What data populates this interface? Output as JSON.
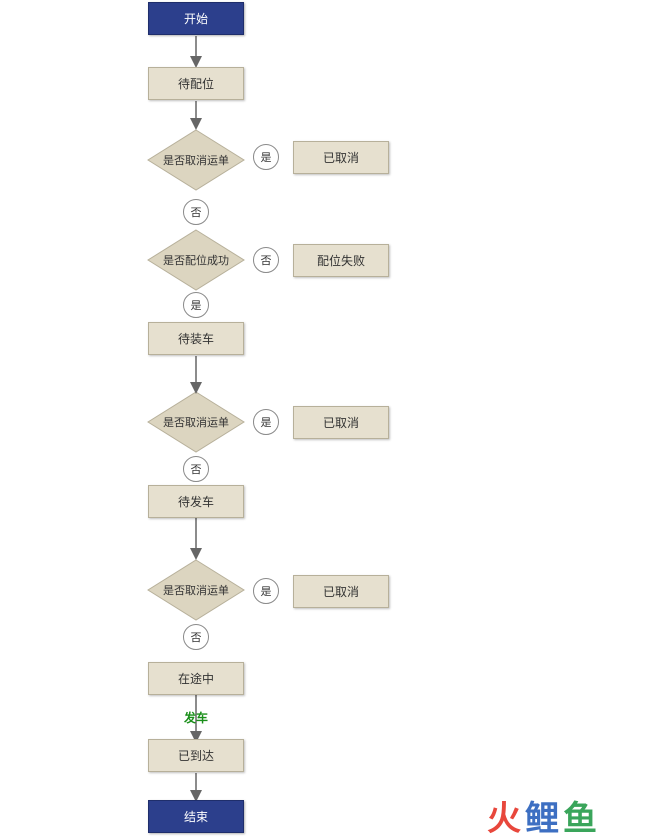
{
  "nodes": {
    "start": "开始",
    "wait_assign": "待配位",
    "q_cancel_1": "是否取消运单",
    "cancelled_1": "已取消",
    "q_assign_ok": "是否配位成功",
    "assign_failed": "配位失败",
    "wait_load": "待装车",
    "q_cancel_2": "是否取消运单",
    "cancelled_2": "已取消",
    "wait_depart": "待发车",
    "q_cancel_3": "是否取消运单",
    "cancelled_3": "已取消",
    "in_transit": "在途中",
    "arrived": "已到达",
    "end": "结束"
  },
  "labels": {
    "yes": "是",
    "no": "否",
    "depart": "发车"
  },
  "logo": {
    "char1": "火",
    "char2": "鲤",
    "char3": "鱼"
  },
  "colors": {
    "terminal": "#2c3f8c",
    "process": "#e6e0cf",
    "edge_label": "#1a8f1a"
  }
}
